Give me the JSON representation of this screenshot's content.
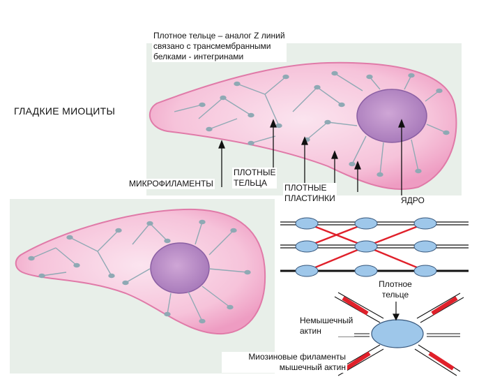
{
  "labels": {
    "dense_body_desc_1": "Плотное тельце – аналог Z линий",
    "dense_body_desc_2": "связано с трансмембранными",
    "dense_body_desc_3": "белками - интегринами",
    "smooth_myocytes": "ГЛАДКИЕ МИОЦИТЫ",
    "microfilaments": "МИКРОФИЛАМЕНТЫ",
    "dense_bodies_1": "ПЛОТНЫЕ",
    "dense_bodies_2": "ТЕЛЬЦА",
    "dense_plates_1": "ПЛОТНЫЕ",
    "dense_plates_2": "ПЛАСТИНКИ",
    "nucleus": "ЯДРО",
    "dense_body_1": "Плотное",
    "dense_body_2": "тельце",
    "nonmuscle_actin_1": "Немышечный",
    "nonmuscle_actin_2": "актин",
    "myosin_filaments": "Миозиновые филаменты",
    "muscle_actin": "мышечный актин"
  },
  "colors": {
    "cytoplasm": "#f4b8d4",
    "cell_edge": "#e07aa8",
    "nucleus": "#b98ac6",
    "filament": "#8fa9b4",
    "dense_body_node": "#9ec7ea",
    "red_link": "#e0202a",
    "background_panel": "#e7efe9"
  }
}
